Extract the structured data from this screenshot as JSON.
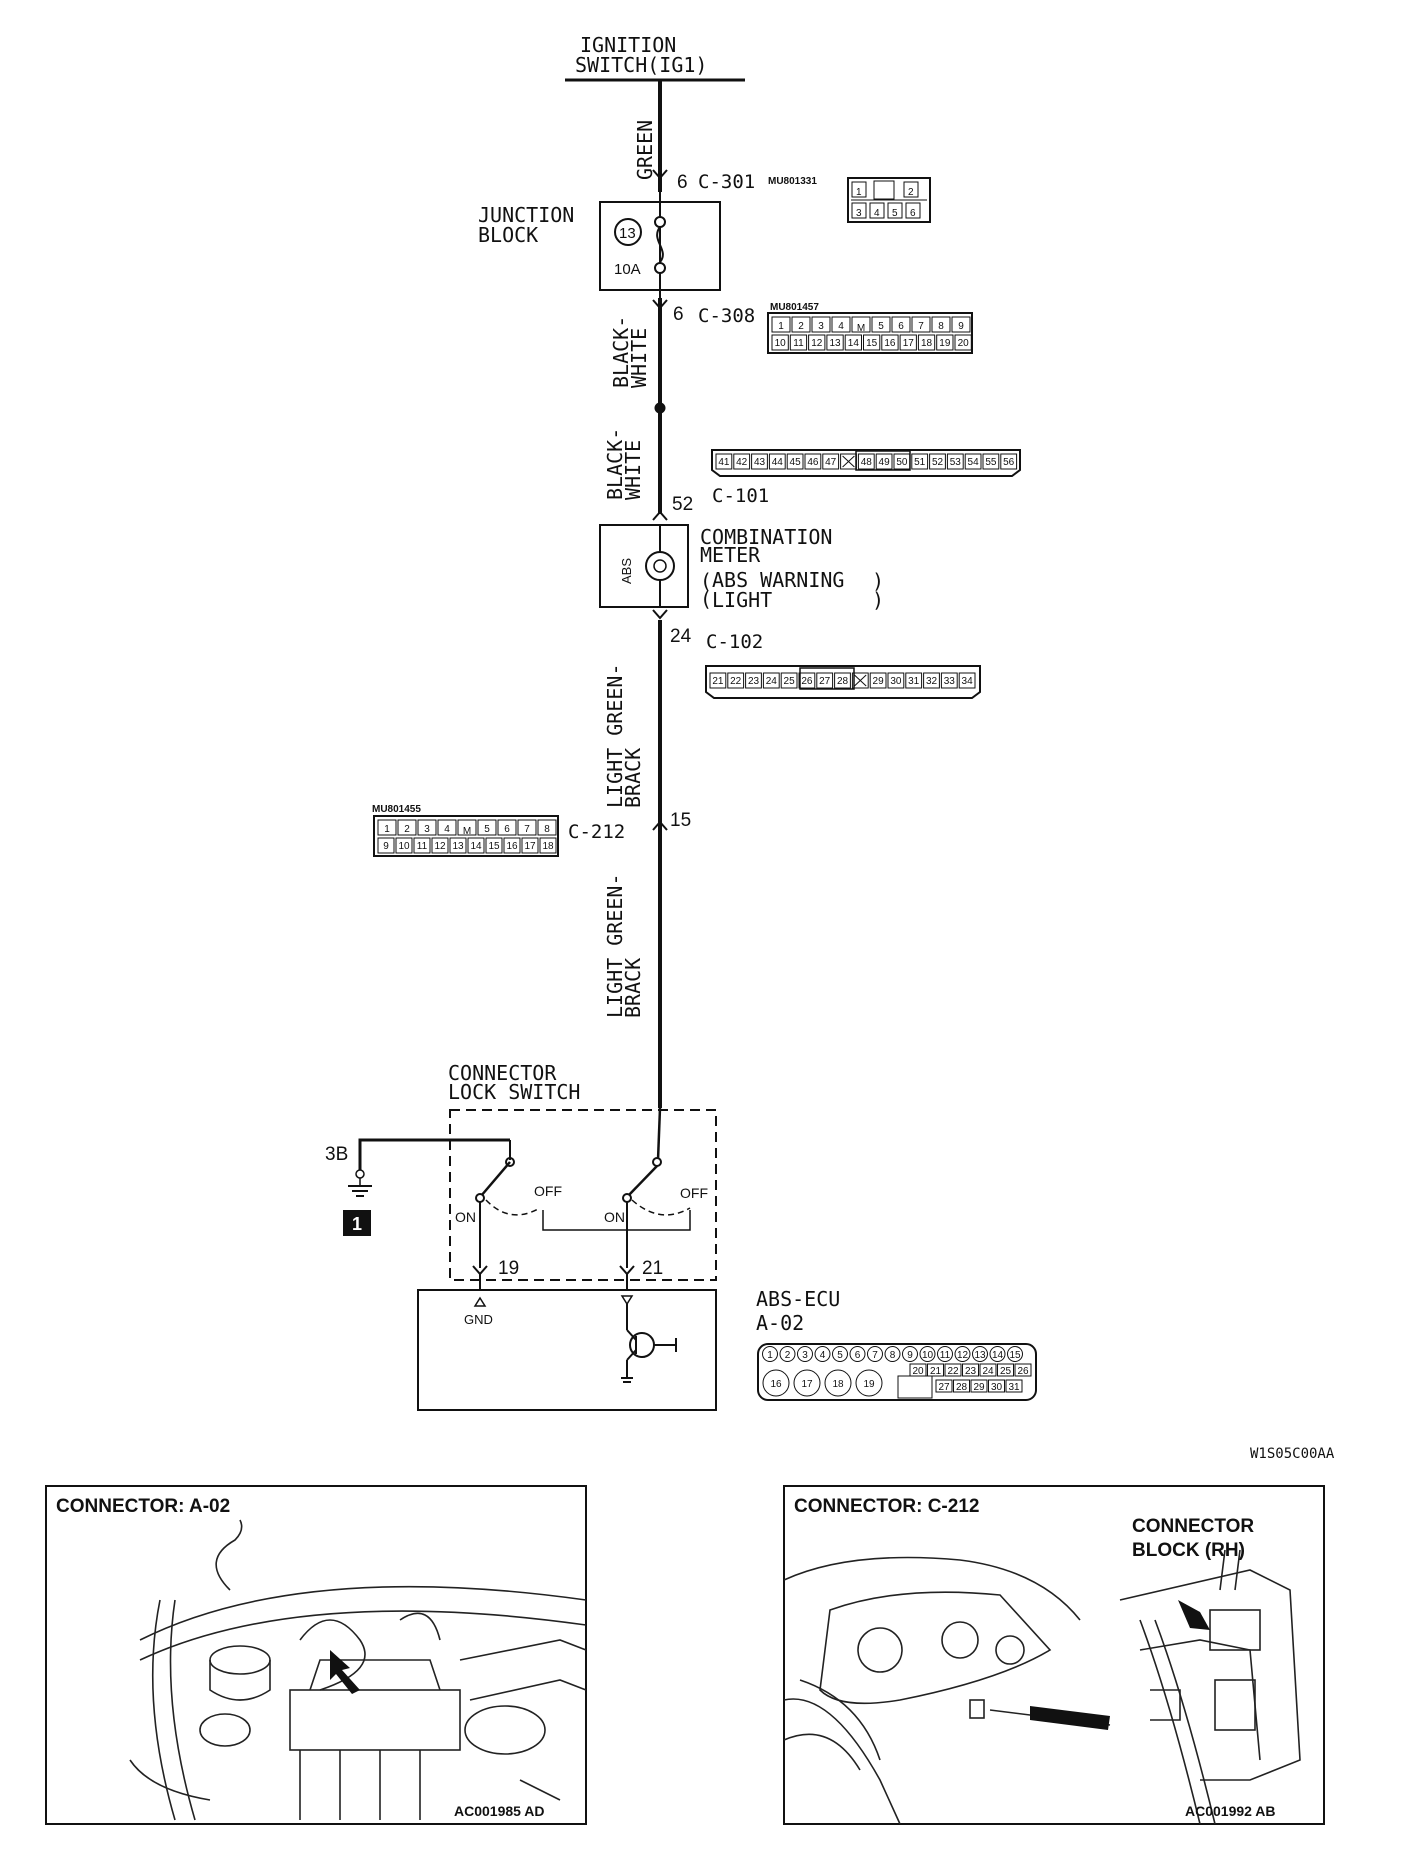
{
  "power_source": {
    "line1": "IGNITION",
    "line2": "SWITCH(IG1)"
  },
  "wires": {
    "green": "GREEN",
    "black_white_1": {
      "line1": "BLACK-",
      "line2": "WHITE"
    },
    "black_white_2": {
      "line1": "BLACK-",
      "line2": "WHITE"
    },
    "light_green_1": {
      "line1": "LIGHT GREEN-",
      "line2": "BRACK"
    },
    "light_green_2": {
      "line1": "LIGHT GREEN-",
      "line2": "BRACK"
    }
  },
  "junction_block": {
    "line1": "JUNCTION",
    "line2": "BLOCK",
    "fuse_no": "13",
    "fuse_rating": "10A"
  },
  "connectors": {
    "c301": {
      "pin": "6",
      "name": "C-301",
      "part": "MU801331",
      "pins_top": [
        "1",
        "",
        "2"
      ],
      "pins_bottom": [
        "3",
        "4",
        "5",
        "6"
      ]
    },
    "c308": {
      "pin": "6",
      "name": "C-308",
      "part": "MU801457",
      "pins_top": [
        "1",
        "2",
        "3",
        "4",
        "5",
        "6",
        "7",
        "8",
        "9"
      ],
      "pins_bottom": [
        "10",
        "11",
        "12",
        "13",
        "14",
        "15",
        "16",
        "17",
        "18",
        "19",
        "20"
      ]
    },
    "c101": {
      "pin": "52",
      "name": "C-101",
      "pins": [
        "41",
        "42",
        "43",
        "44",
        "45",
        "46",
        "47",
        "",
        "48",
        "49",
        "50",
        "51",
        "52",
        "53",
        "54",
        "55",
        "56"
      ]
    },
    "c102": {
      "pin": "24",
      "name": "C-102",
      "pins": [
        "21",
        "22",
        "23",
        "24",
        "25",
        "26",
        "27",
        "28",
        "",
        "29",
        "30",
        "31",
        "32",
        "33",
        "34"
      ]
    },
    "c212": {
      "pin": "15",
      "name": "C-212",
      "part": "MU801455",
      "pins_top": [
        "1",
        "2",
        "3",
        "4",
        "5",
        "6",
        "7",
        "8"
      ],
      "pins_bottom": [
        "9",
        "10",
        "11",
        "12",
        "13",
        "14",
        "15",
        "16",
        "17",
        "18"
      ]
    }
  },
  "combination_meter": {
    "abs": "ABS",
    "line1": "COMBINATION",
    "line2": "METER",
    "line3": "ABS WARNING",
    "line4": "LIGHT"
  },
  "lock_switch": {
    "line1": "CONNECTOR",
    "line2": "LOCK SWITCH",
    "on_label": "ON",
    "off_label": "OFF",
    "ground_ref": "3B",
    "ground_marker": "1"
  },
  "abs_ecu": {
    "name": "ABS-ECU",
    "connector": "A-02",
    "pin_gnd": "19",
    "pin_warn": "21",
    "gnd_label": "GND",
    "pins_row1": [
      "1",
      "2",
      "3",
      "4",
      "5",
      "6",
      "7",
      "8",
      "9",
      "10",
      "11",
      "12",
      "13",
      "14",
      "15"
    ],
    "pins_row2_round": [
      "16",
      "17",
      "18",
      "19"
    ],
    "pins_row2_small": [
      "20",
      "21",
      "22",
      "23",
      "24",
      "25",
      "26"
    ],
    "pins_row3_small": [
      "27",
      "28",
      "29",
      "30",
      "31"
    ]
  },
  "figure_code": "W1S05C00AA",
  "panel_a02": {
    "title": "CONNECTOR: A-02",
    "code": "AC001985 AD"
  },
  "panel_c212": {
    "title": "CONNECTOR: C-212",
    "block_line1": "CONNECTOR",
    "block_line2": "BLOCK (RH)",
    "code": "AC001992 AB"
  }
}
